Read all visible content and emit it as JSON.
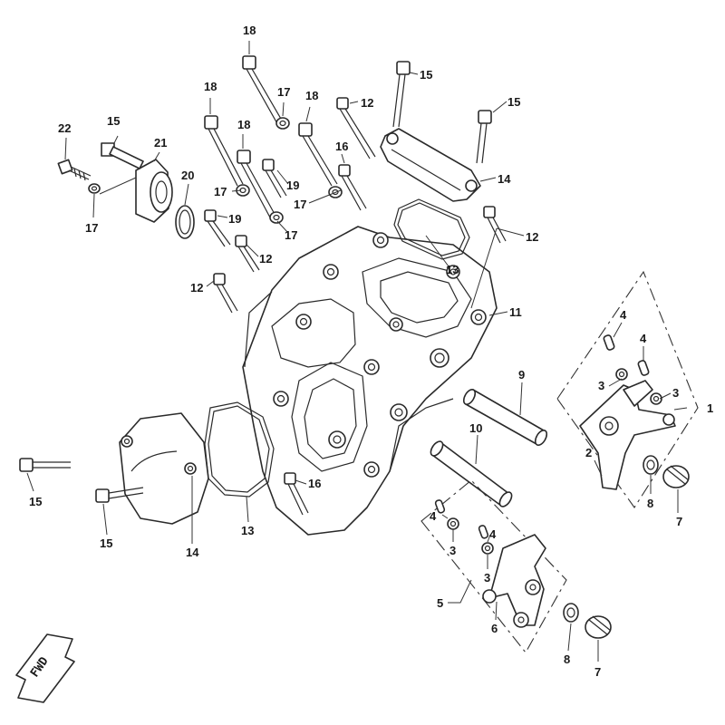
{
  "diagram": {
    "callouts": [
      {
        "id": "c-22",
        "text": "22"
      },
      {
        "id": "c-15a",
        "text": "15"
      },
      {
        "id": "c-21",
        "text": "21"
      },
      {
        "id": "c-17a",
        "text": "17"
      },
      {
        "id": "c-20",
        "text": "20"
      },
      {
        "id": "c-18a",
        "text": "18"
      },
      {
        "id": "c-18b",
        "text": "18"
      },
      {
        "id": "c-17b",
        "text": "17"
      },
      {
        "id": "c-18c",
        "text": "18"
      },
      {
        "id": "c-18d",
        "text": "18"
      },
      {
        "id": "c-12a",
        "text": "12"
      },
      {
        "id": "c-15b",
        "text": "15"
      },
      {
        "id": "c-15c",
        "text": "15"
      },
      {
        "id": "c-16a",
        "text": "16"
      },
      {
        "id": "c-19a",
        "text": "19"
      },
      {
        "id": "c-17c",
        "text": "17"
      },
      {
        "id": "c-17d",
        "text": "17"
      },
      {
        "id": "c-19b",
        "text": "19"
      },
      {
        "id": "c-17e",
        "text": "17"
      },
      {
        "id": "c-14a",
        "text": "14"
      },
      {
        "id": "c-12b",
        "text": "12"
      },
      {
        "id": "c-12c",
        "text": "12"
      },
      {
        "id": "c-12d",
        "text": "12"
      },
      {
        "id": "c-13a",
        "text": "13"
      },
      {
        "id": "c-11",
        "text": "11"
      },
      {
        "id": "c-4a",
        "text": "4"
      },
      {
        "id": "c-4b",
        "text": "4"
      },
      {
        "id": "c-3a",
        "text": "3"
      },
      {
        "id": "c-3b",
        "text": "3"
      },
      {
        "id": "c-1",
        "text": "1"
      },
      {
        "id": "c-9",
        "text": "9"
      },
      {
        "id": "c-10",
        "text": "10"
      },
      {
        "id": "c-2",
        "text": "2"
      },
      {
        "id": "c-8a",
        "text": "8"
      },
      {
        "id": "c-7a",
        "text": "7"
      },
      {
        "id": "c-15d",
        "text": "15"
      },
      {
        "id": "c-15e",
        "text": "15"
      },
      {
        "id": "c-14b",
        "text": "14"
      },
      {
        "id": "c-13b",
        "text": "13"
      },
      {
        "id": "c-16b",
        "text": "16"
      },
      {
        "id": "c-4c",
        "text": "4"
      },
      {
        "id": "c-4d",
        "text": "4"
      },
      {
        "id": "c-3c",
        "text": "3"
      },
      {
        "id": "c-3d",
        "text": "3"
      },
      {
        "id": "c-5",
        "text": "5"
      },
      {
        "id": "c-6",
        "text": "6"
      },
      {
        "id": "c-8b",
        "text": "8"
      },
      {
        "id": "c-7b",
        "text": "7"
      }
    ],
    "direction_badge": "FWD"
  }
}
